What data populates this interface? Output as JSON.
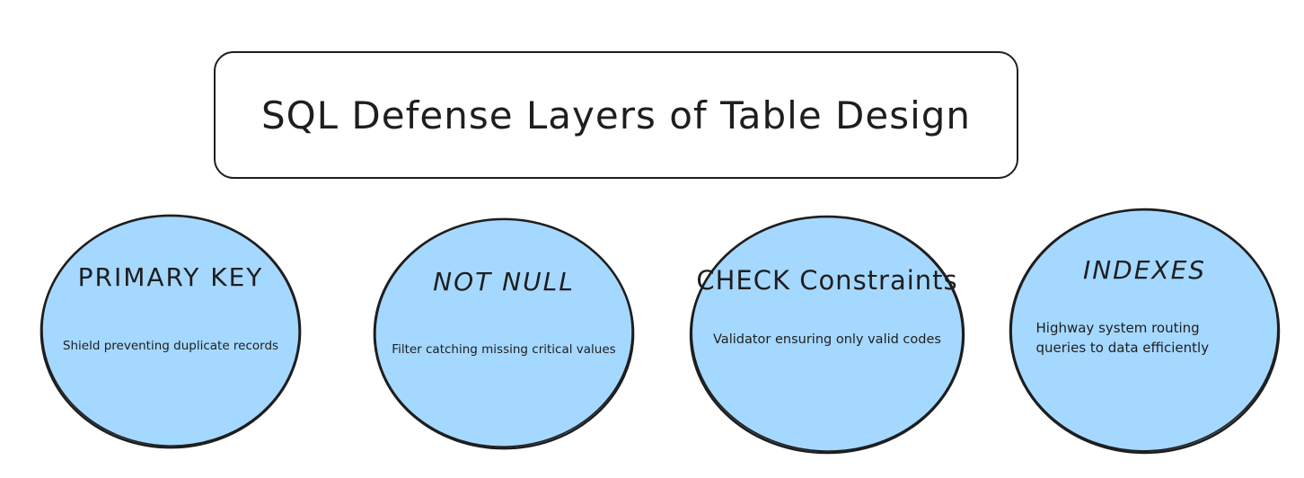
{
  "diagram": {
    "title": "SQL Defense Layers of Table Design",
    "layers": [
      {
        "name": "PRIMARY KEY",
        "description": "Shield preventing duplicate records"
      },
      {
        "name": "NOT NULL",
        "description": "Filter catching missing critical values"
      },
      {
        "name": "CHECK Constraints",
        "description": "Validator ensuring only valid codes"
      },
      {
        "name": "INDEXES",
        "description": "Highway system routing queries to data efficiently"
      }
    ],
    "colors": {
      "node_fill": "#a5d8ff",
      "stroke": "#1e1e1e",
      "background": "#ffffff"
    }
  }
}
